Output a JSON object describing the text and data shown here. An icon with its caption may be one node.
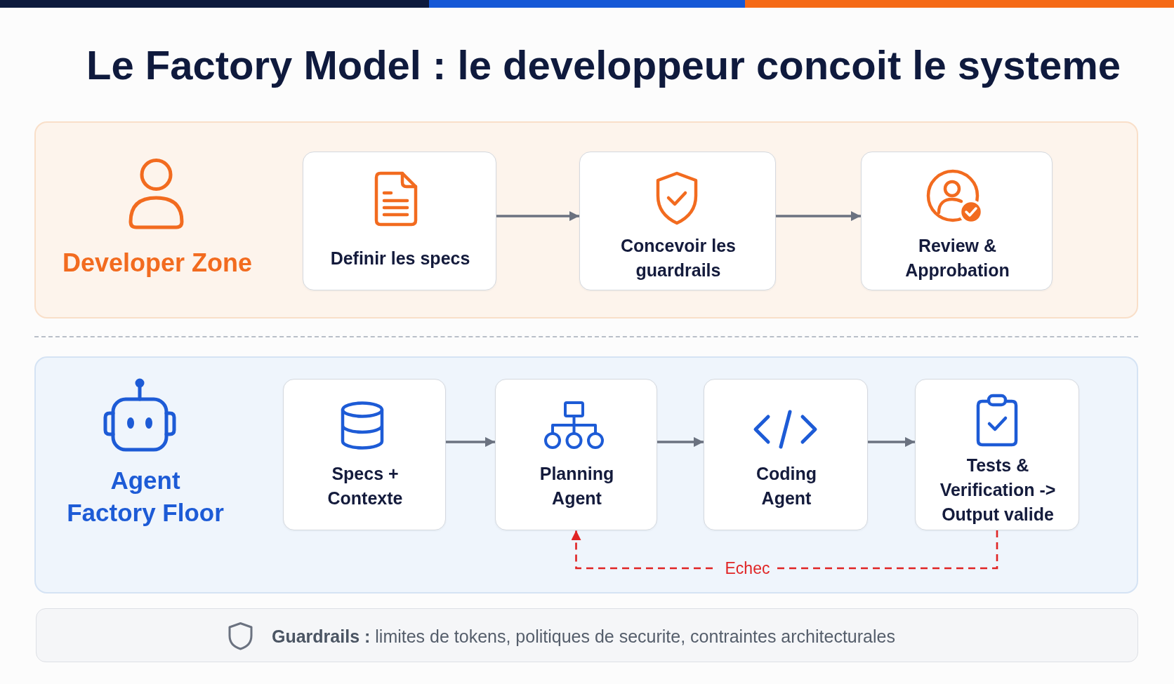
{
  "diagram": {
    "title": "Le Factory Model : le developpeur concoit le systeme",
    "nodes": [
      {
        "text": [
          "Developer Zone"
        ]
      },
      {
        "text": [
          "Definir les specs"
        ],
        "in": 0
      },
      {
        "text": [
          "Concevoir les guardrails"
        ],
        "in": 0
      },
      {
        "text": [
          "Review & Approbation"
        ],
        "in": 0
      },
      {
        "text": [
          "Agent Factory Floor"
        ]
      },
      {
        "text": [
          "Specs + Contexte"
        ],
        "in": 4
      },
      {
        "text": [
          "Planning Agent"
        ],
        "in": 4
      },
      {
        "text": [
          "Coding Agent"
        ],
        "in": 4
      },
      {
        "text": [
          "Tests & Verification -> Output valide"
        ],
        "in": 4
      },
      {
        "text": [
          "**Guardrails :** limites de tokens, politiques de securite, contraintes architecturales"
        ]
      }
    ],
    "edges": [
      {
        "from": 1,
        "to": 2,
        "arrow": "to"
      },
      {
        "from": 2,
        "to": 3,
        "arrow": "to"
      },
      {
        "from": 5,
        "to": 6,
        "arrow": "to"
      },
      {
        "from": 6,
        "to": 7,
        "arrow": "to"
      },
      {
        "from": 7,
        "to": 8,
        "arrow": "to"
      },
      {
        "from": 8,
        "to": 6,
        "arrow": "to",
        "label": "Echec",
        "style": "dashed",
        "color": "#e02424"
      }
    ]
  }
}
